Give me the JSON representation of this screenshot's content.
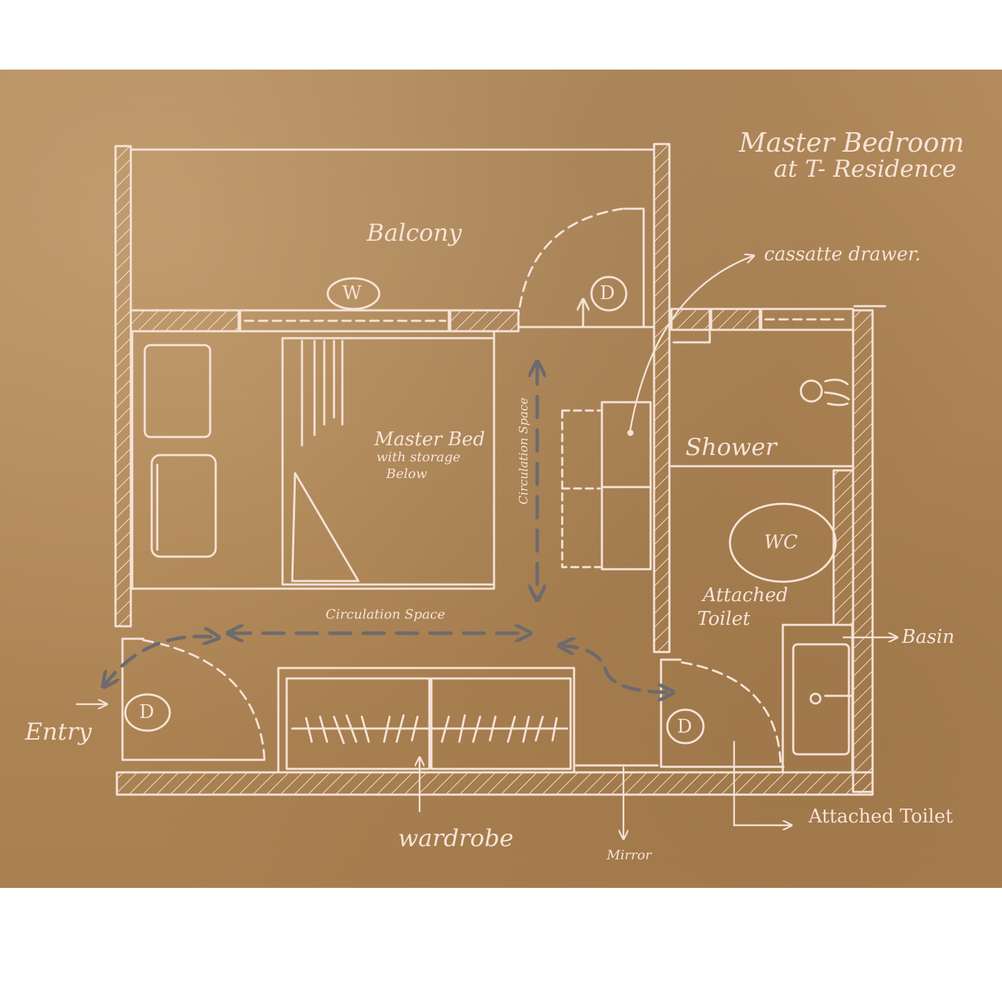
{
  "title": {
    "line1": "Master Bedroom",
    "line2": "at T- Residence"
  },
  "rooms": {
    "balcony": "Balcony",
    "master_bed": "Master Bed",
    "master_bed_note1": "with storage",
    "master_bed_note2": "Below",
    "shower": "Shower",
    "toilet1": "Attached",
    "toilet2": "Toilet",
    "wc": "WC"
  },
  "symbols": {
    "washing": "W",
    "door": "D"
  },
  "circulation": {
    "horizontal": "Circulation Space",
    "vertical": "Circulation Space"
  },
  "callouts": {
    "cassette_drawer": "cassatte drawer.",
    "basin": "Basin",
    "attached_toilet": "Attached Toilet",
    "wardrobe": "wardrobe",
    "mirror": "Mirror",
    "entry": "Entry"
  },
  "colors": {
    "paper": "#b08757",
    "line": "#f6e3d7",
    "arrow": "#6e6a6e"
  }
}
